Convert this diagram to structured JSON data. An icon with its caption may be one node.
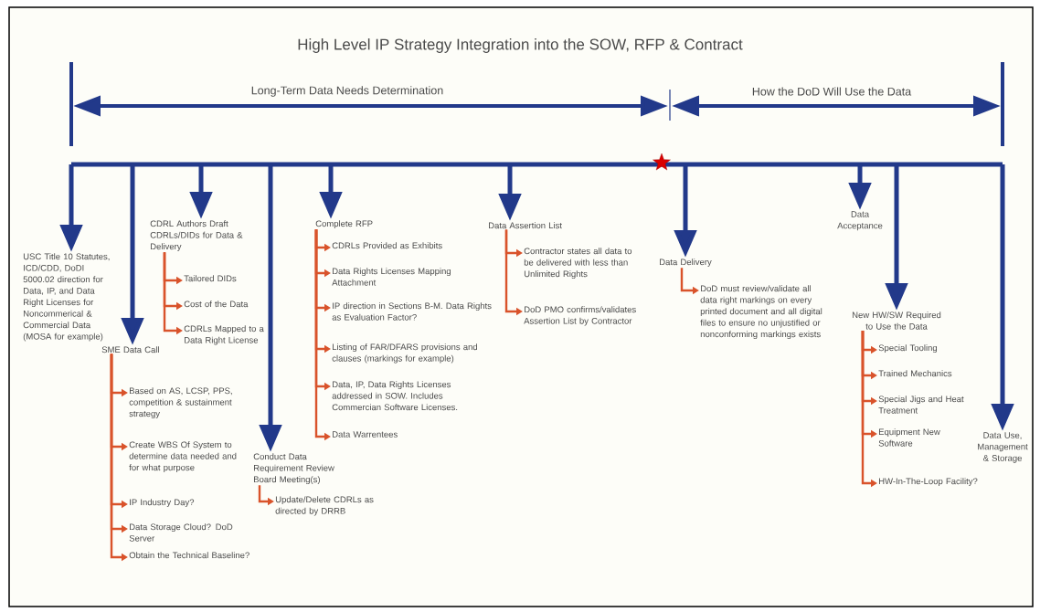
{
  "diagram": {
    "title": "High Level IP Strategy Integration into the SOW, RFP & Contract",
    "nodes": [
      {
        "text": [
          "USC Title 10 Statutes, ICD/CDD, DoDI 5000.02 direction for Data, IP, and Data Right Licenses for Noncommerical & Commercial Data (MOSA for example)"
        ]
      },
      {
        "text": [
          "SME Data Call"
        ]
      },
      {
        "text": [
          "Based on AS, LCSP, PPS, competition & sustainment strategy"
        ]
      },
      {
        "text": [
          "Create WBS Of System to determine data needed and for what purpose"
        ]
      },
      {
        "text": [
          "IP Industry Day?"
        ]
      },
      {
        "text": [
          "Data Storage Cloud? DoD Server"
        ]
      },
      {
        "text": [
          "Obtain the Technical Baseline?"
        ]
      },
      {
        "text": [
          "CDRL Authors Draft CDRLs/DIDs for Data & Delivery"
        ]
      },
      {
        "text": [
          "Tailored DIDs"
        ]
      },
      {
        "text": [
          "Cost of the Data"
        ]
      },
      {
        "text": [
          "CDRLs Mapped to a Data Right License"
        ]
      },
      {
        "text": [
          "Conduct Data Requirement Review Board Meeting(s)"
        ]
      },
      {
        "text": [
          "Update/Delete CDRLs as directed by DRRB"
        ]
      },
      {
        "text": [
          "Complete RFP"
        ]
      },
      {
        "text": [
          "CDRLs Provided as Exhibits"
        ]
      },
      {
        "text": [
          "Data Rights Licenses Mapping Attachment"
        ]
      },
      {
        "text": [
          "IP direction in Sections B-M. Data Rights as Evaluation Factor?"
        ]
      },
      {
        "text": [
          "Listing of FAR/DFARS provisions and clauses (markings for example)"
        ]
      },
      {
        "text": [
          "Data, IP, Data Rights Licenses addressed in SOW. Includes Commercian Software Licenses."
        ]
      },
      {
        "text": [
          "Data Warrentees"
        ]
      },
      {
        "text": [
          "Data Assertion List"
        ]
      },
      {
        "text": [
          "Contractor states all data to be delivered with less than Unlimited Rights"
        ]
      },
      {
        "text": [
          "DoD PMO confirms/validates Assertion List by Contractor"
        ]
      },
      {
        "text": [
          "Data Delivery"
        ]
      },
      {
        "text": [
          "DoD must review/validate all data right markings on every printed document and all digital files to ensure no unjustified or nonconforming markings exists"
        ]
      },
      {
        "text": [
          "Data Acceptance"
        ]
      },
      {
        "text": [
          "New HW/SW Required to Use the Data"
        ]
      },
      {
        "text": [
          "Special Tooling"
        ]
      },
      {
        "text": [
          "Trained Mechanics"
        ]
      },
      {
        "text": [
          "Special Jigs and Heat Treatment"
        ]
      },
      {
        "text": [
          "Equipment New Software"
        ]
      },
      {
        "text": [
          "HW-In-The-Loop Facility?"
        ]
      },
      {
        "text": [
          "Data Use, Management & Storage"
        ]
      }
    ],
    "edges": [
      {
        "from": null,
        "to": 0,
        "arrow": "to",
        "style": "thick",
        "color": "#22398a"
      },
      {
        "from": null,
        "to": 1,
        "arrow": "to",
        "style": "thick",
        "color": "#22398a"
      },
      {
        "from": null,
        "to": 7,
        "arrow": "to",
        "style": "thick",
        "color": "#22398a"
      },
      {
        "from": null,
        "to": 11,
        "arrow": "to",
        "style": "thick",
        "color": "#22398a"
      },
      {
        "from": null,
        "to": 13,
        "arrow": "to",
        "style": "thick",
        "color": "#22398a"
      },
      {
        "from": null,
        "to": 20,
        "arrow": "to",
        "style": "thick",
        "color": "#22398a"
      },
      {
        "from": null,
        "to": 23,
        "arrow": "to",
        "style": "thick",
        "color": "#22398a"
      },
      {
        "from": null,
        "to": 25,
        "arrow": "to",
        "style": "thick",
        "color": "#22398a"
      },
      {
        "from": null,
        "to": 26,
        "arrow": "to",
        "style": "thick",
        "color": "#22398a"
      },
      {
        "from": null,
        "to": 32,
        "arrow": "to",
        "style": "thick",
        "color": "#22398a"
      },
      {
        "from": 1,
        "to": 2,
        "arrow": "to"
      },
      {
        "from": 1,
        "to": 3,
        "arrow": "to"
      },
      {
        "from": 1,
        "to": 4,
        "arrow": "to"
      },
      {
        "from": 1,
        "to": 5,
        "arrow": "to"
      },
      {
        "from": 1,
        "to": 6,
        "arrow": "to"
      },
      {
        "from": 7,
        "to": 8,
        "arrow": "to"
      },
      {
        "from": 7,
        "to": 9,
        "arrow": "to"
      },
      {
        "from": 7,
        "to": 10,
        "arrow": "to"
      },
      {
        "from": 11,
        "to": 12,
        "arrow": "to"
      },
      {
        "from": 13,
        "to": 14,
        "arrow": "to"
      },
      {
        "from": 13,
        "to": 15,
        "arrow": "to"
      },
      {
        "from": 13,
        "to": 16,
        "arrow": "to"
      },
      {
        "from": 13,
        "to": 17,
        "arrow": "to"
      },
      {
        "from": 13,
        "to": 18,
        "arrow": "to"
      },
      {
        "from": 13,
        "to": 19,
        "arrow": "to"
      },
      {
        "from": 20,
        "to": 21,
        "arrow": "to"
      },
      {
        "from": 20,
        "to": 22,
        "arrow": "to"
      },
      {
        "from": 23,
        "to": 24,
        "arrow": "to"
      },
      {
        "from": 26,
        "to": 27,
        "arrow": "to"
      },
      {
        "from": 26,
        "to": 28,
        "arrow": "to"
      },
      {
        "from": 26,
        "to": 29,
        "arrow": "to"
      },
      {
        "from": 26,
        "to": 30,
        "arrow": "to"
      },
      {
        "from": 26,
        "to": 31,
        "arrow": "to"
      }
    ],
    "labels": [
      "Long-Term Data Needs Determination",
      "How the DoD Will Use the Data"
    ]
  }
}
